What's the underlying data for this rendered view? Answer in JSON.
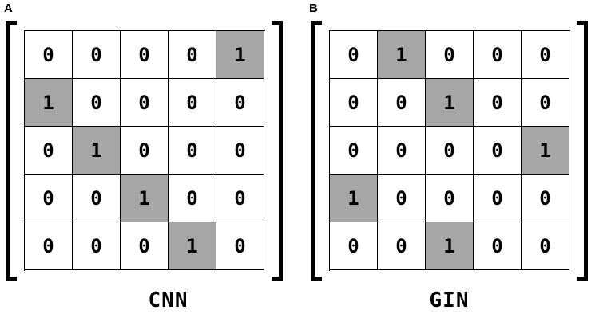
{
  "panels": [
    {
      "letter": "A",
      "caption": "CNN",
      "matrix": [
        [
          0,
          0,
          0,
          0,
          1
        ],
        [
          1,
          0,
          0,
          0,
          0
        ],
        [
          0,
          1,
          0,
          0,
          0
        ],
        [
          0,
          0,
          1,
          0,
          0
        ],
        [
          0,
          0,
          0,
          1,
          0
        ]
      ]
    },
    {
      "letter": "B",
      "caption": "GIN",
      "matrix": [
        [
          0,
          1,
          0,
          0,
          0
        ],
        [
          0,
          0,
          1,
          0,
          0
        ],
        [
          0,
          0,
          0,
          0,
          1
        ],
        [
          1,
          0,
          0,
          0,
          0
        ],
        [
          0,
          0,
          1,
          0,
          0
        ]
      ]
    }
  ],
  "colors": {
    "highlight": "#a6a6a6",
    "background": "#ffffff",
    "line": "#000000"
  }
}
